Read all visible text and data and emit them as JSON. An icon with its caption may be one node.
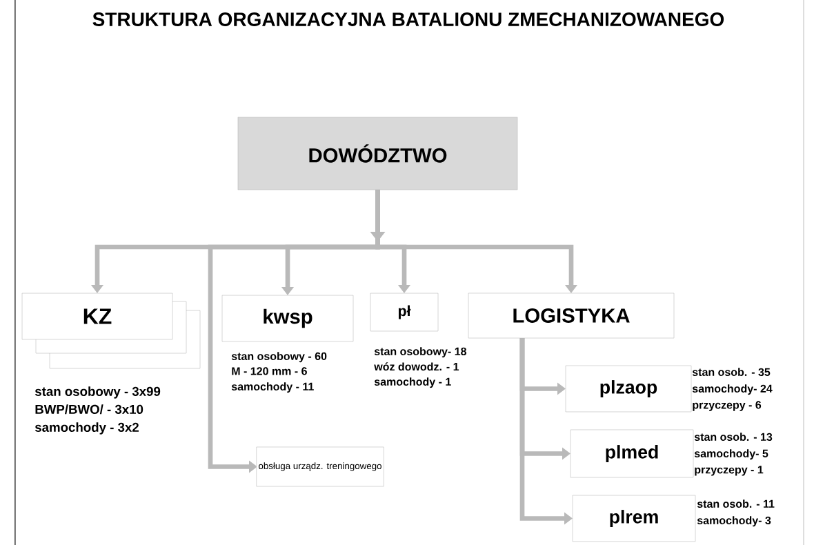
{
  "diagram": {
    "title": "STRUKTURA ORGANIZACYJNA BATALIONU ZMECHANIZOWANEGO",
    "nodes": [
      {
        "text": [
          "DOWÓDZTWO"
        ]
      },
      {
        "text": [
          "KZ"
        ],
        "beside": [
          "stan osobowy - 3x99",
          "BWP/BWO/ - 3x10",
          "samochody - 3x2"
        ]
      },
      {
        "text": [
          "kwsp"
        ],
        "beside": [
          "stan osobowy - 60",
          "M - 120 mm - 6",
          "samochody - 11"
        ]
      },
      {
        "text": [
          "pł"
        ],
        "beside": [
          "stan osobowy- 18",
          "wóz dowodz. - 1",
          "samochody - 1"
        ]
      },
      {
        "text": [
          "LOGISTYKA"
        ]
      },
      {
        "text": [
          "obsługa urządz. treningowego"
        ]
      },
      {
        "text": [
          "plzaop"
        ],
        "beside": [
          "stan osob. - 35",
          "samochody- 24",
          "przyczepy - 6"
        ]
      },
      {
        "text": [
          "plmed"
        ],
        "beside": [
          "stan osob. - 13",
          "samochody- 5",
          "przyczepy - 1"
        ]
      },
      {
        "text": [
          "plrem"
        ],
        "beside": [
          "stan osob. - 11",
          "samochody- 3"
        ]
      }
    ],
    "edges": [
      {
        "from": 0,
        "to": 1,
        "arrow": "to"
      },
      {
        "from": 0,
        "to": 5,
        "arrow": "to"
      },
      {
        "from": 0,
        "to": 2,
        "arrow": "to"
      },
      {
        "from": 0,
        "to": 3,
        "arrow": "to"
      },
      {
        "from": 0,
        "to": 4,
        "arrow": "to"
      },
      {
        "from": 4,
        "to": 6,
        "arrow": "to"
      },
      {
        "from": 4,
        "to": 7,
        "arrow": "to"
      },
      {
        "from": 4,
        "to": 8,
        "arrow": "to"
      }
    ]
  }
}
